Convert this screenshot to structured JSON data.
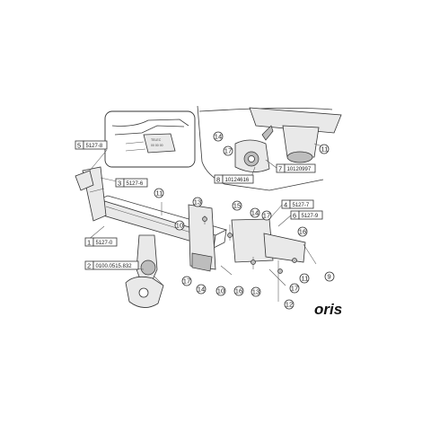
{
  "logo": "oris",
  "part_labels": [
    {
      "num": "1",
      "code": "5127-0"
    },
    {
      "num": "2",
      "code": "0100.0515.832"
    },
    {
      "num": "3",
      "code": "5127-6"
    },
    {
      "num": "4",
      "code": "5127-7"
    },
    {
      "num": "5",
      "code": "5127-8"
    },
    {
      "num": "6",
      "code": "5127-9"
    },
    {
      "num": "7",
      "code": "10120997"
    },
    {
      "num": "8",
      "code": "10124616"
    }
  ],
  "callouts": [
    "9",
    "10",
    "10",
    "11",
    "11",
    "11",
    "12",
    "13",
    "13",
    "14",
    "14",
    "14",
    "15",
    "16",
    "16",
    "17",
    "17",
    "17",
    "17"
  ],
  "inset_text": [
    "TELEC",
    "00 00 00"
  ]
}
